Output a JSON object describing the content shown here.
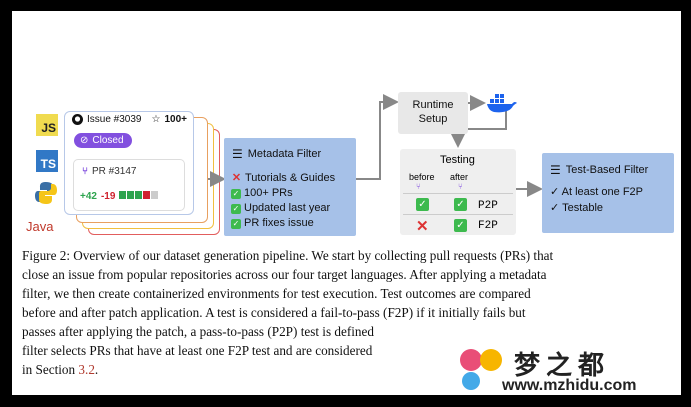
{
  "languages": {
    "js": "JS",
    "ts": "TS",
    "python": "python-logo",
    "java": "Java"
  },
  "issue": {
    "label": "Issue #3039",
    "stars": "100+",
    "status": "Closed",
    "pr": "PR #3147",
    "added": "+42",
    "removed": "-19"
  },
  "metadata_filter": {
    "title": "Metadata Filter",
    "items": [
      {
        "mark": "x",
        "text": "Tutorials & Guides"
      },
      {
        "mark": "check",
        "text": "100+ PRs"
      },
      {
        "mark": "check",
        "text": "Updated last year"
      },
      {
        "mark": "check",
        "text": "PR fixes issue"
      }
    ]
  },
  "runtime": {
    "line1": "Runtime",
    "line2": "Setup"
  },
  "testing": {
    "title": "Testing",
    "before": "before",
    "after": "after",
    "rows": [
      {
        "before": "check",
        "after": "check",
        "label": "P2P"
      },
      {
        "before": "x",
        "after": "check",
        "label": "F2P"
      }
    ]
  },
  "test_filter": {
    "title": "Test-Based Filter",
    "items": [
      "✓ At least one F2P",
      "✓ Testable"
    ]
  },
  "caption": {
    "lines": [
      "Figure 2: Overview of our dataset generation pipeline. We start by collecting pull requests (PRs) that",
      "close an issue from popular repositories across our four target languages. After applying a metadata",
      "filter, we then create containerized environments for test execution. Test outcomes are compared",
      "before and after patch application. A test is considered a fail-to-pass (F2P) if it initially fails but",
      "passes after applying the patch, a pass-to-pass (P2P) test is defined",
      "filter selects PRs that have at least one F2P test and are considered"
    ],
    "last_prefix": "in Section ",
    "ref": "3.2",
    "last_suffix": "."
  },
  "watermark": {
    "title": "梦之都",
    "url": "www.mzhidu.com"
  },
  "colors": {
    "box_blue": "#a6c1e8",
    "closed_purple": "#8250df",
    "check_green": "#3dba4e",
    "x_red": "#dd3333"
  }
}
